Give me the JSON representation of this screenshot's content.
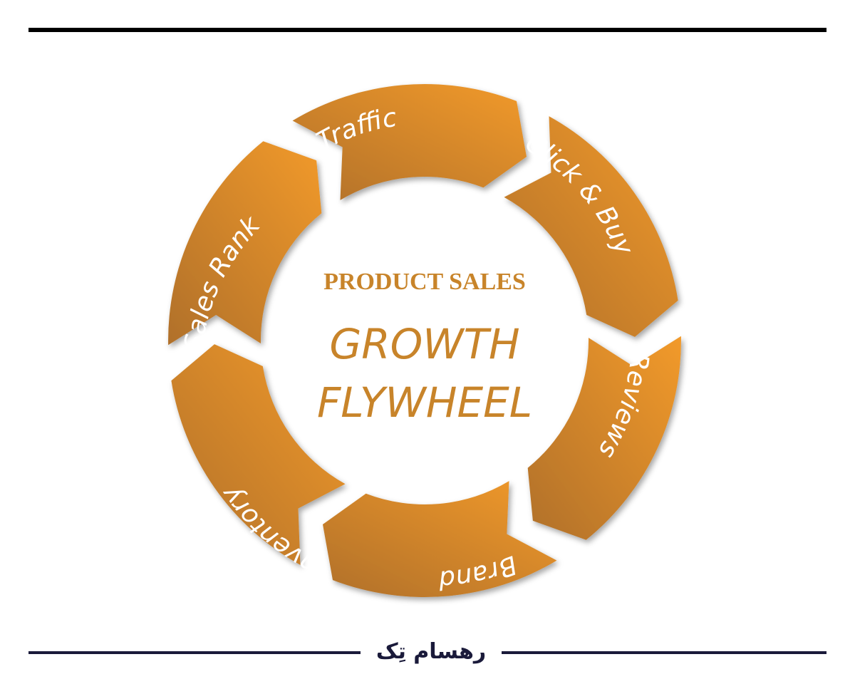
{
  "diagram": {
    "center": {
      "subtitle": "PRODUCT SALES",
      "title_line1": "GROWTH",
      "title_line2": "FLYWHEEL"
    },
    "segments": [
      {
        "id": "traffic",
        "label": "Traffic"
      },
      {
        "id": "click-buy",
        "label": "Click & Buy"
      },
      {
        "id": "reviews",
        "label": "Reviews"
      },
      {
        "id": "brand",
        "label": "Brand"
      },
      {
        "id": "inventory",
        "label": "Inventory"
      },
      {
        "id": "sales-rank",
        "label": "Sales Rank"
      }
    ],
    "colors": {
      "segment_light": "#f29a2a",
      "segment_dark": "#b0702a",
      "center_text": "#c8842a",
      "rule": "#000000",
      "footer_rule": "#1a1a3a"
    }
  },
  "footer": {
    "logo_text": "رهسام تِک"
  }
}
